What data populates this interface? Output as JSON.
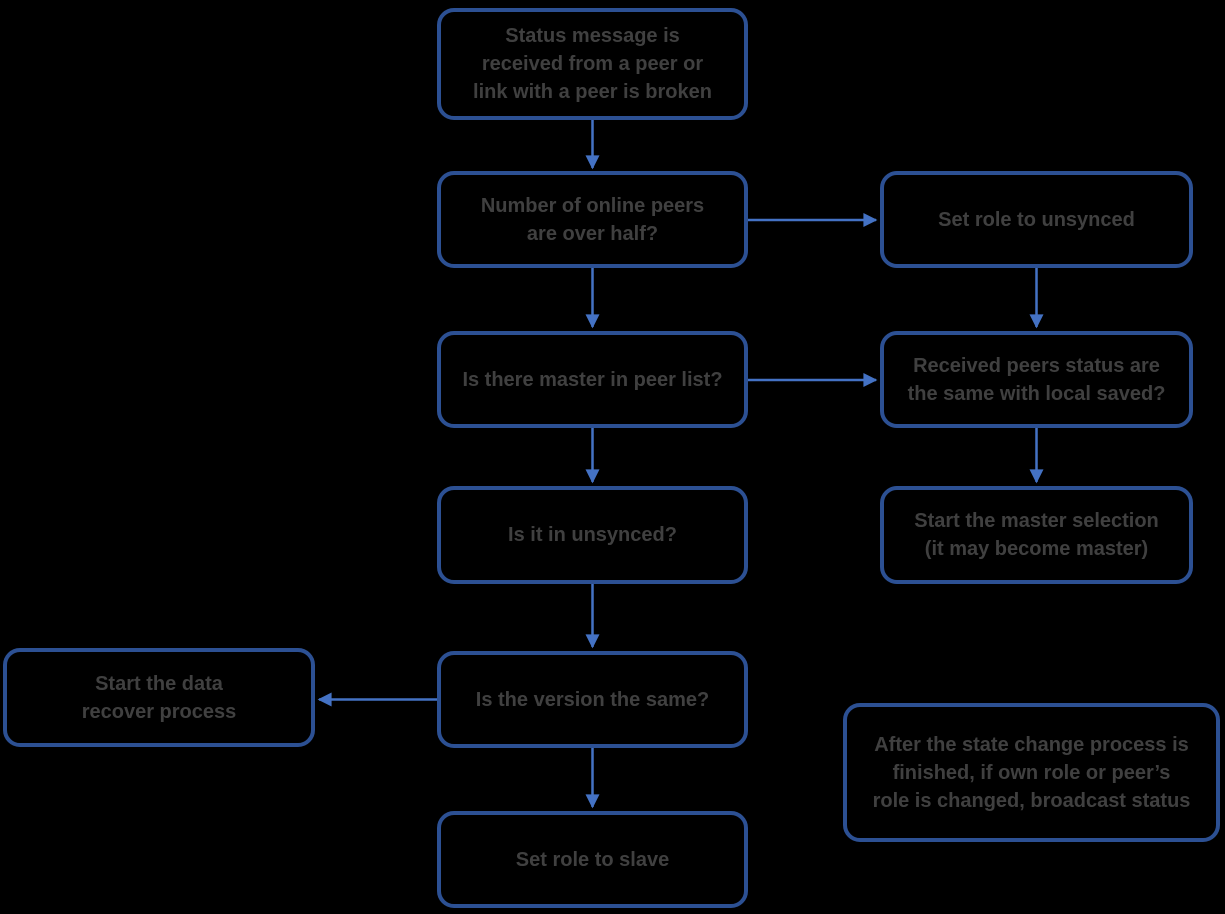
{
  "colors": {
    "background": "#000000",
    "node_border": "#2C5093",
    "arrow": "#4472C4",
    "text": "#404040"
  },
  "diagram": {
    "type": "flowchart",
    "nodes": {
      "status_received": {
        "label": "Status message is\nreceived from a peer or\nlink with a peer is broken"
      },
      "peers_over_half": {
        "label": "Number of online peers\nare over half?"
      },
      "set_role_unsynced": {
        "label": "Set role to unsynced"
      },
      "master_in_peer_list": {
        "label": "Is there master in peer list?"
      },
      "received_status_same": {
        "label": "Received peers status are\nthe same with local saved?"
      },
      "is_in_unsynced": {
        "label": "Is it in unsynced?"
      },
      "start_master_selection": {
        "label": "Start the master selection\n(it may become master)"
      },
      "version_same": {
        "label": "Is the version the same?"
      },
      "start_data_recover": {
        "label": "Start the data\nrecover process"
      },
      "set_role_slave": {
        "label": "Set role to slave"
      },
      "broadcast_note": {
        "label": "After the state change process is\nfinished, if own role or peer’s\nrole is changed, broadcast status"
      }
    },
    "edges": [
      {
        "from": "status_received",
        "to": "peers_over_half",
        "direction": "down"
      },
      {
        "from": "peers_over_half",
        "to": "set_role_unsynced",
        "direction": "right"
      },
      {
        "from": "peers_over_half",
        "to": "master_in_peer_list",
        "direction": "down"
      },
      {
        "from": "set_role_unsynced",
        "to": "received_status_same",
        "direction": "down"
      },
      {
        "from": "master_in_peer_list",
        "to": "received_status_same",
        "direction": "right"
      },
      {
        "from": "master_in_peer_list",
        "to": "is_in_unsynced",
        "direction": "down"
      },
      {
        "from": "received_status_same",
        "to": "start_master_selection",
        "direction": "down"
      },
      {
        "from": "is_in_unsynced",
        "to": "version_same",
        "direction": "down"
      },
      {
        "from": "version_same",
        "to": "start_data_recover",
        "direction": "left"
      },
      {
        "from": "version_same",
        "to": "set_role_slave",
        "direction": "down"
      }
    ]
  }
}
